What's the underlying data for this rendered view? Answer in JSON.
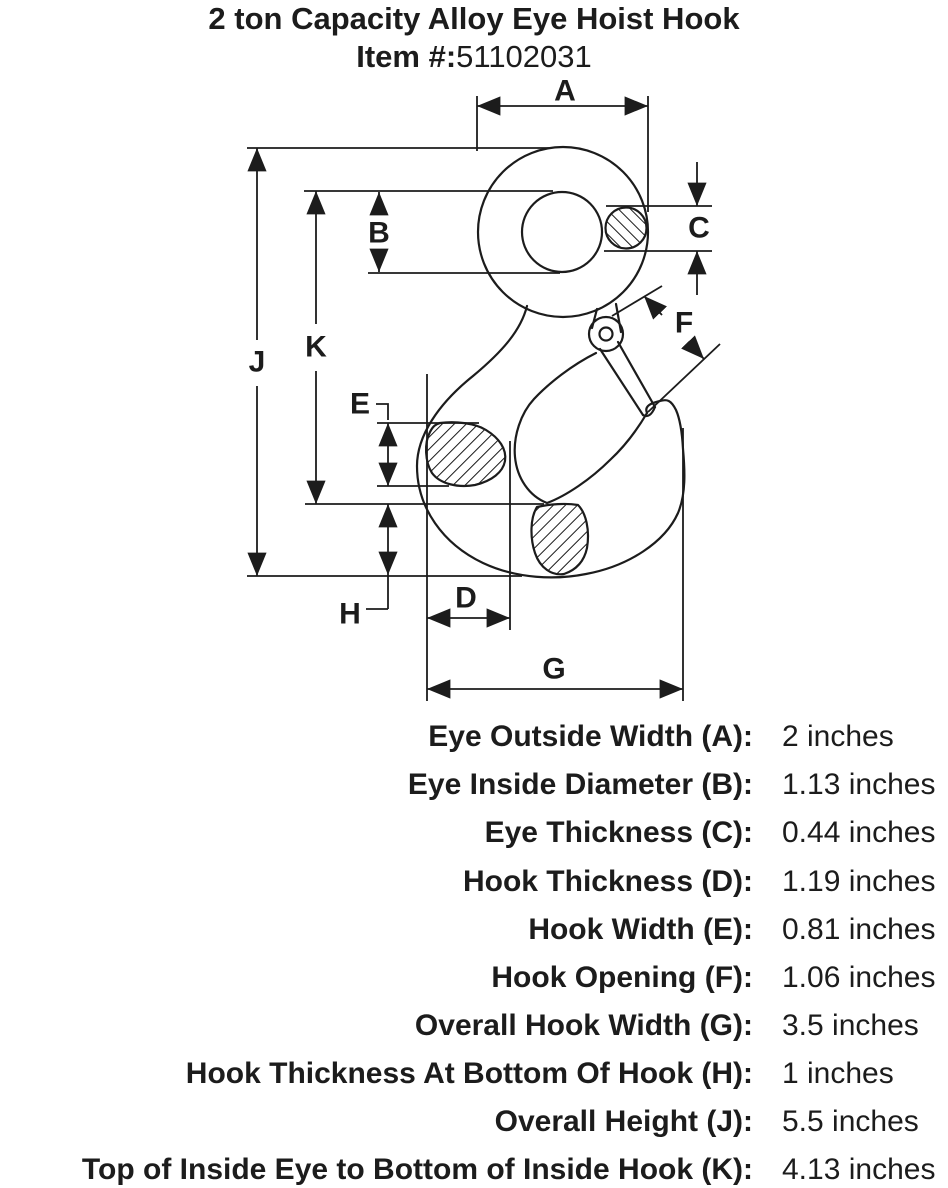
{
  "header": {
    "title": "2 ton Capacity Alloy Eye Hoist Hook",
    "item_label": "Item #:",
    "item_number": "51102031"
  },
  "diagram": {
    "labels": {
      "A": "A",
      "B": "B",
      "C": "C",
      "D": "D",
      "E": "E",
      "F": "F",
      "G": "G",
      "H": "H",
      "J": "J",
      "K": "K"
    }
  },
  "specs": {
    "rows": [
      {
        "label": "Eye Outside Width (A):",
        "value": "2 inches"
      },
      {
        "label": "Eye Inside Diameter (B):",
        "value": "1.13 inches"
      },
      {
        "label": "Eye Thickness (C):",
        "value": "0.44 inches"
      },
      {
        "label": "Hook Thickness (D):",
        "value": "1.19 inches"
      },
      {
        "label": "Hook Width (E):",
        "value": "0.81 inches"
      },
      {
        "label": "Hook Opening (F):",
        "value": "1.06 inches"
      },
      {
        "label": "Overall Hook Width (G):",
        "value": "3.5 inches"
      },
      {
        "label": "Hook Thickness At Bottom Of Hook (H):",
        "value": "1 inches"
      },
      {
        "label": "Overall Height (J):",
        "value": "5.5 inches"
      },
      {
        "label": "Top of Inside Eye to Bottom of Inside Hook (K):",
        "value": "4.13 inches"
      }
    ]
  },
  "colors": {
    "ink": "#1c1c1c",
    "background": "#ffffff"
  }
}
